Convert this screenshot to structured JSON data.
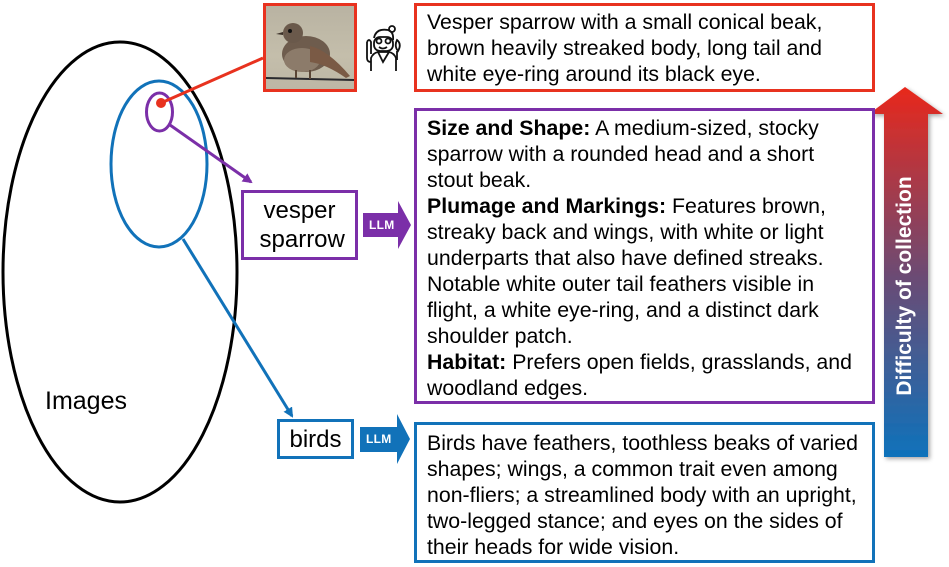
{
  "diagram": {
    "sets": {
      "outer_label": "Images",
      "outer_color": "#000000",
      "middle_color": "#1172b9",
      "inner_color": "#7b2fa8",
      "point_color": "#e8321f"
    },
    "labels": {
      "fine_class": "vesper sparrow",
      "coarse_class": "birds"
    },
    "llm_arrows": [
      {
        "label": "LLM",
        "color": "#7b2fa8"
      },
      {
        "label": "LLM",
        "color": "#1172b9"
      }
    ],
    "icons": {
      "photo": "bird-photo",
      "expert": "expert-annotator-icon"
    },
    "descriptions": {
      "instance": {
        "text": "Vesper sparrow with a small conical beak, brown heavily streaked body, long tail and white eye-ring around its black eye.",
        "border_color": "#e8321f"
      },
      "fine": {
        "border_color": "#7b2fa8",
        "sections": [
          {
            "heading": "Size and Shape:",
            "text": " A medium-sized, stocky sparrow with a rounded head and a short stout beak."
          },
          {
            "heading": "Plumage and Markings:",
            "text": " Features brown, streaky back and wings, with white or light underparts that also have defined streaks. Notable white outer tail feathers visible in flight, a white eye-ring, and a distinct dark shoulder patch."
          },
          {
            "heading": "Habitat:",
            "text": " Prefers open fields, grasslands, and woodland edges."
          }
        ]
      },
      "coarse": {
        "text": "Birds have feathers, toothless beaks of varied shapes; wings, a common trait even among non-fliers; a streamlined body with an upright, two-legged stance; and eyes on the sides of their heads for wide vision.",
        "border_color": "#1172b9"
      }
    },
    "difficulty_arrow": {
      "label": "Difficulty of collection",
      "color_top": "#e8281c",
      "color_bottom": "#0e72bb"
    }
  }
}
